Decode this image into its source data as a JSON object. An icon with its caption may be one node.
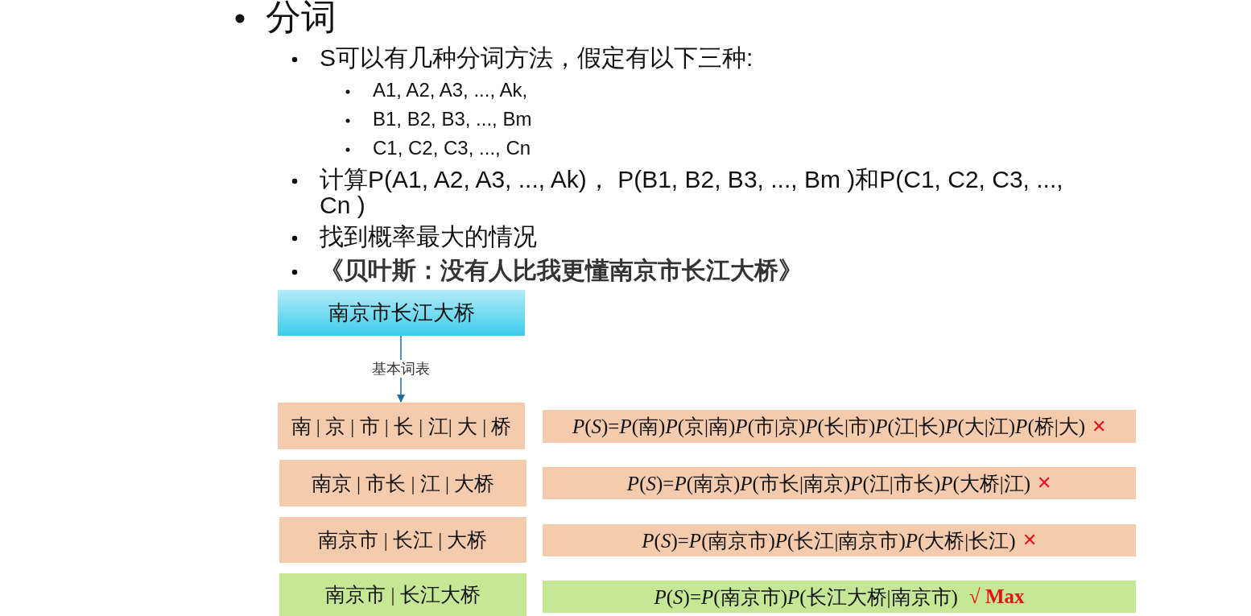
{
  "diagram": {
    "nodes": [
      {
        "text": [
          "南京市长江大桥"
        ]
      },
      {
        "text": [
          "南 | 京 | 市 | 长 | 江| 大 | 桥"
        ]
      },
      {
        "text": [
          "*P*(*S*)=*P*(南)*P*(京|南)*P*(市|京)*P*(长|市)*P*(江|长)*P*(大|江)*P*(桥|大)",
          "✕"
        ]
      },
      {
        "text": [
          "南京 | 市长 | 江 | 大桥"
        ]
      },
      {
        "text": [
          "*P*(*S*)=*P*(南京)*P*(市长|南京)*P*(江|市长)*P*(大桥|江)",
          "✕"
        ]
      },
      {
        "text": [
          "南京市 | 长江 | 大桥"
        ]
      },
      {
        "text": [
          "*P*(*S*)=*P*(南京市)*P*(长江|南京市)*P*(大桥|长江)",
          "✕"
        ]
      },
      {
        "text": [
          "南京市 | 长江大桥"
        ]
      },
      {
        "text": [
          "*P*(*S*)=*P*(南京市)*P*(长江大桥|南京市)",
          "√ Max"
        ]
      }
    ],
    "edges": [
      {
        "from": 0,
        "to": 1,
        "arrow": "to",
        "label": "基本词表"
      }
    ],
    "labels": [
      "分词",
      "S可以有几种分词方法，假定有以下三种:",
      "A1, A2, A3, ..., Ak,",
      "B1, B2, B3, ..., Bm",
      "C1, C2, C3, ..., Cn",
      "计算P(A1, A2, A3, ..., Ak)，  P(B1, B2, B3, ..., Bm )和P(C1, C2, C3, ..., Cn )",
      "找到概率最大的情况",
      "《贝叶斯：没有人比我更懂南京市长江大桥》"
    ]
  }
}
